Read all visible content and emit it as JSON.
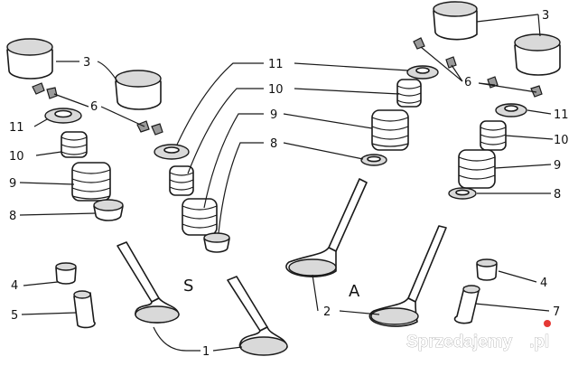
{
  "labels": {
    "tappet": "3",
    "collet": "6",
    "upper_cap": "11",
    "inner_spring": "10",
    "outer_spring": "9",
    "lower_seat": "8",
    "seal": "4",
    "guide": "5",
    "guide_right": "7",
    "valve_1": "1",
    "valve_2": "2"
  },
  "markers": {
    "intake": "S",
    "exhaust": "A"
  },
  "watermark": {
    "brand": "Sprzedajemy",
    "tld": ".pl"
  },
  "colors": {
    "line": "#1a1a1a",
    "fill": "#ffffff",
    "shade": "#d9d9d9",
    "watermark_dot": "#e53935"
  }
}
